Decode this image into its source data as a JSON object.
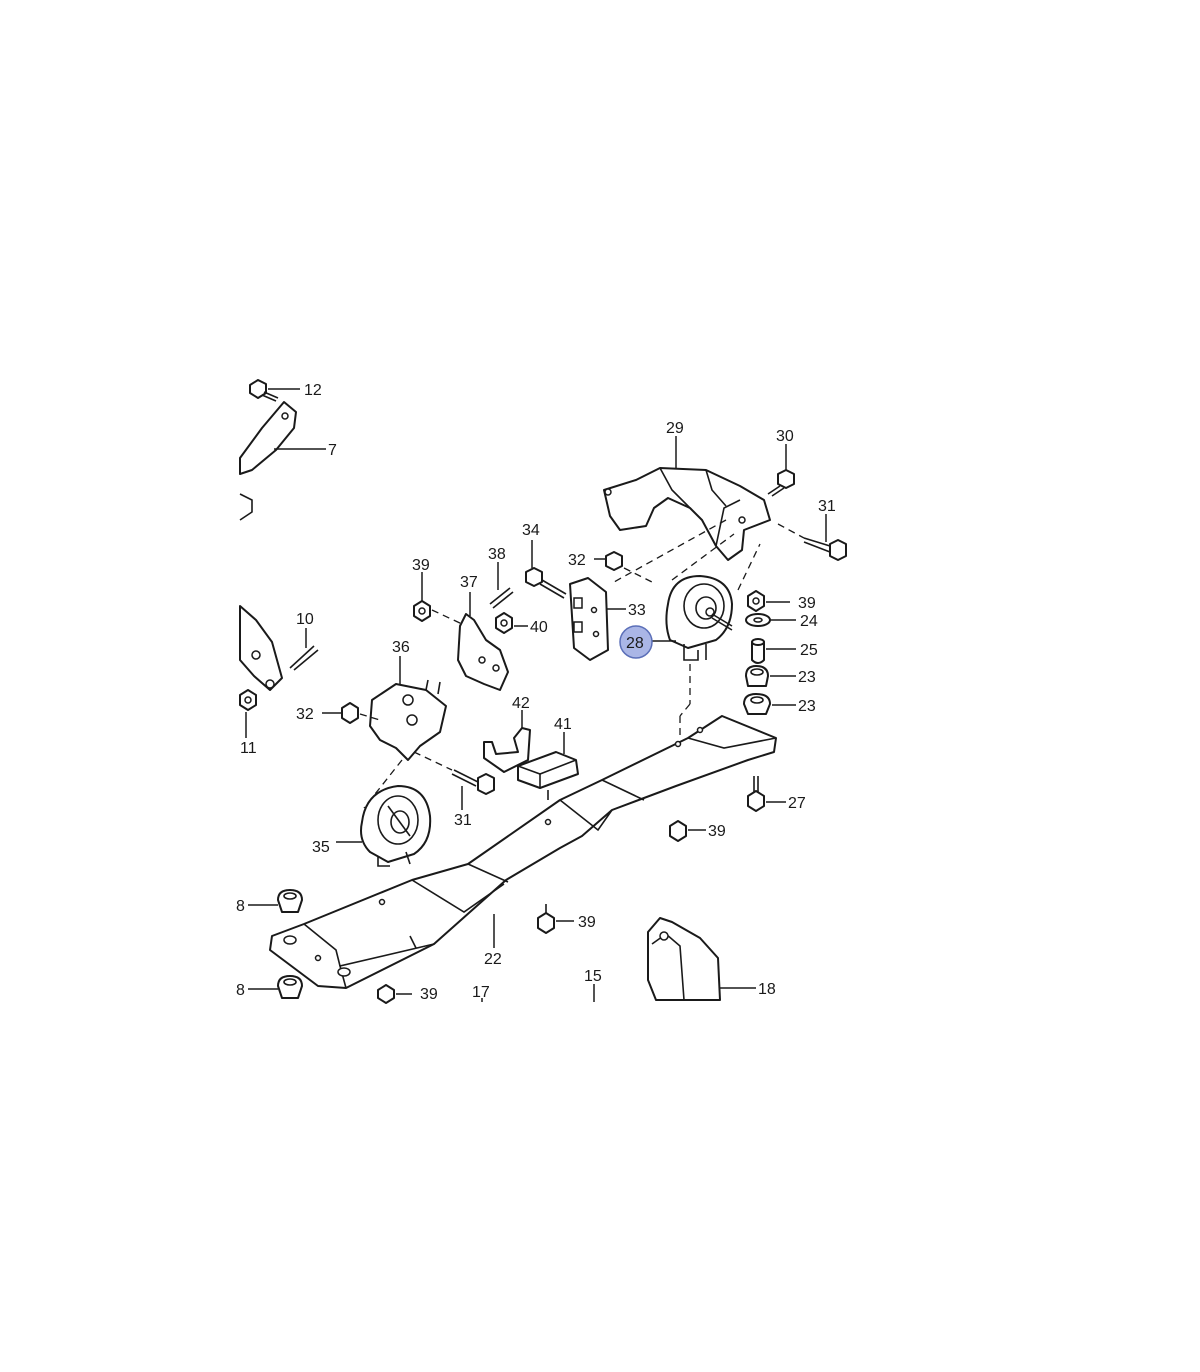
{
  "diagram": {
    "highlight_color": "#aab6e6",
    "line_color": "#1a1a1a",
    "highlighted_callout": "28",
    "callouts": {
      "c12": "12",
      "c7": "7",
      "c29": "29",
      "c30": "30",
      "c31a": "31",
      "c34": "34",
      "c32a": "32",
      "c33": "33",
      "c39a": "39",
      "c38": "38",
      "c37": "37",
      "c40": "40",
      "c10": "10",
      "c36": "36",
      "c28": "28",
      "c39b": "39",
      "c24": "24",
      "c25": "25",
      "c23a": "23",
      "c23b": "23",
      "c32b": "32",
      "c11": "11",
      "c42": "42",
      "c41": "41",
      "c31b": "31",
      "c27": "27",
      "c39c": "39",
      "c35": "35",
      "c8a": "8",
      "c39d": "39",
      "c22": "22",
      "c15": "15",
      "c18": "18",
      "c8b": "8",
      "c39e": "39",
      "c17": "17"
    }
  }
}
